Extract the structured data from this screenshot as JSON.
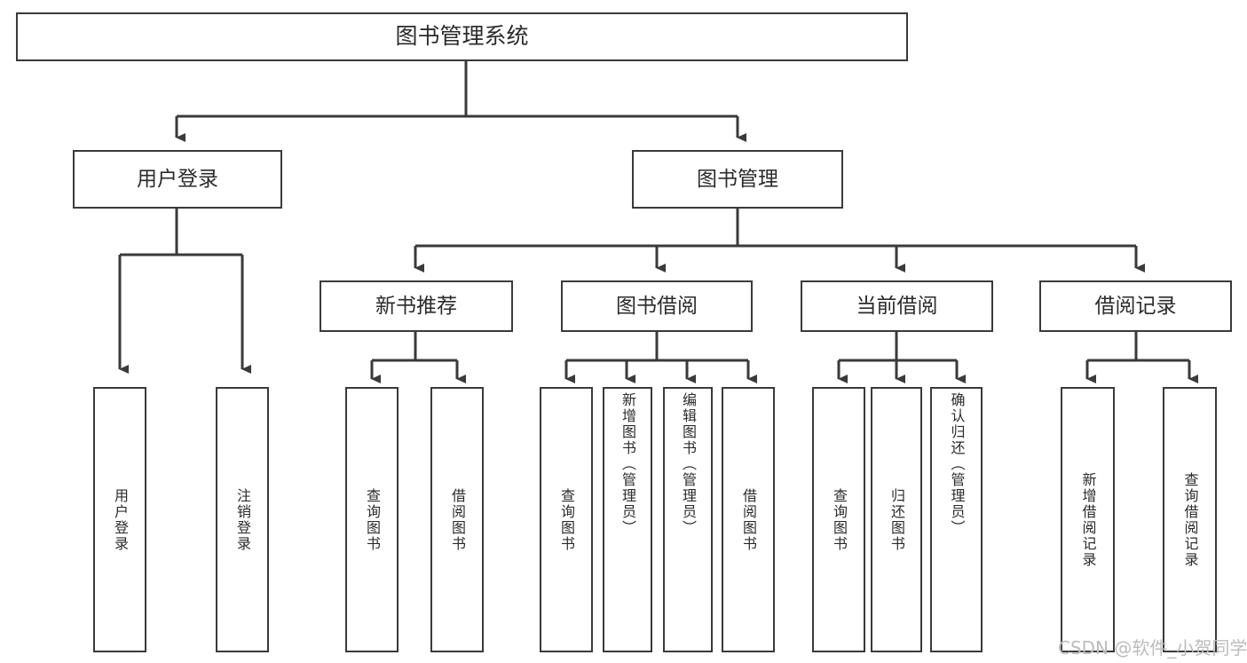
{
  "diagram": {
    "title": "图书管理系统",
    "watermark": "CSDN @软件_小贺同学",
    "line_color": "#3a3a3a",
    "text_color": "#2b2b2b",
    "background": "#ffffff"
  },
  "root": {
    "label": "图书管理系统"
  },
  "level2": [
    {
      "label": "用户登录"
    },
    {
      "label": "图书管理"
    }
  ],
  "level3": [
    {
      "label": "新书推荐"
    },
    {
      "label": "图书借阅"
    },
    {
      "label": "当前借阅"
    },
    {
      "label": "借阅记录"
    }
  ],
  "leaves": {
    "user_login": [
      {
        "label": "用户登录"
      },
      {
        "label": "注销登录"
      }
    ],
    "new_book": [
      {
        "label": "查询图书"
      },
      {
        "label": "借阅图书"
      }
    ],
    "book_borrow": [
      {
        "label": "查询图书"
      },
      {
        "label": "新增图书（管理员）"
      },
      {
        "label": "编辑图书（管理员）"
      },
      {
        "label": "借阅图书"
      }
    ],
    "current_borrow": [
      {
        "label": "查询图书"
      },
      {
        "label": "归还图书"
      },
      {
        "label": "确认归还（管理员）"
      }
    ],
    "borrow_record": [
      {
        "label": "新增借阅记录"
      },
      {
        "label": "查询借阅记录"
      }
    ]
  }
}
